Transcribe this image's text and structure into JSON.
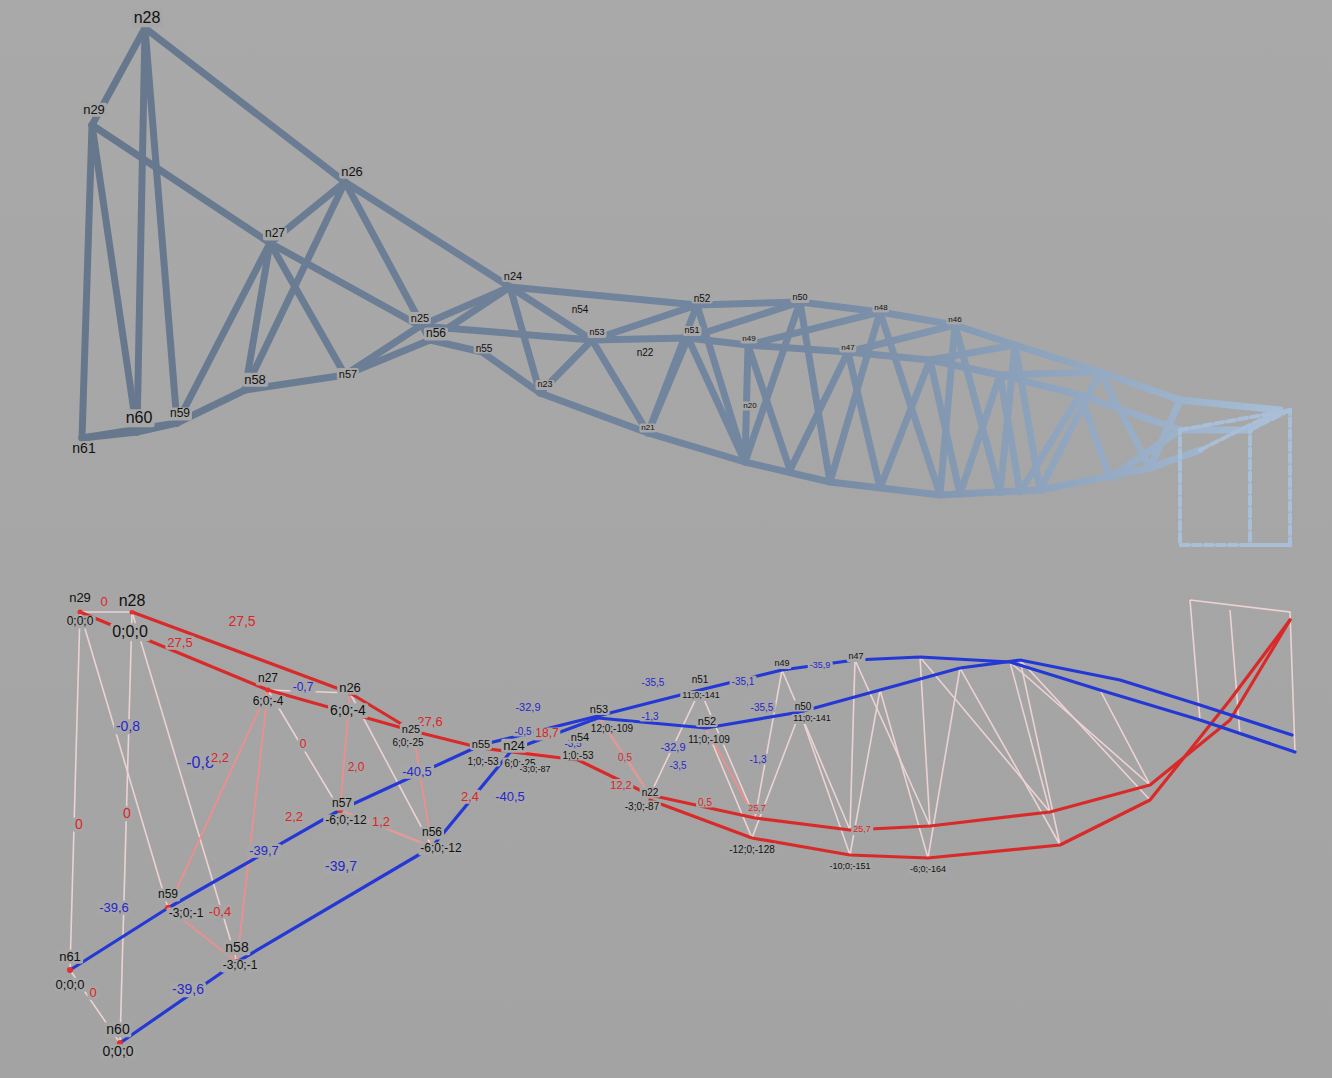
{
  "diagram": {
    "labels": [
      "n28",
      "n29",
      "n26",
      "n27",
      "n24",
      "n54",
      "n25",
      "n56",
      "n55",
      "n53",
      "n22",
      "n23",
      "n52",
      "n51",
      "n50",
      "n49",
      "n48",
      "n47",
      "n46",
      "n58",
      "n57",
      "n59",
      "n60",
      "n61",
      "n21",
      "n20",
      "n29",
      "0;0;0",
      "n28",
      "0;0;0",
      "0",
      "27,5",
      "27,5",
      "n27",
      "6;0;-4",
      "-0,7",
      "n26",
      "6;0;-4",
      "27,6",
      "n25",
      "6;0;-25",
      "n55",
      "n24",
      "1;0;-53",
      "6;0;-25",
      "-0,8",
      "-0,8",
      "2,2",
      "0",
      "2,0",
      "-40,5",
      "-40,5",
      "2,4",
      "0",
      "0",
      "2,2",
      "-39,7",
      "1,2",
      "n57",
      "-6;0;-12",
      "n56",
      "-6;0;-12",
      "-39,7",
      "n59",
      "-3;0;-1",
      "-39,6",
      "-0,4",
      "n58",
      "-3;0;-1",
      "n61",
      "0;0;0",
      "0",
      "-39,6",
      "n60",
      "0;0;0",
      "n53",
      "12;0;-109",
      "-32,9",
      "-3,5",
      "-35,5",
      "n51",
      "11;0;-141",
      "-35,1",
      "-32,9",
      "n52",
      "11;0;-109",
      "-1,3",
      "-3,5",
      "0,5",
      "0,5",
      "n54",
      "1;0;-53",
      "18,7",
      "-0,5",
      "12,2",
      "n50",
      "11;0;-141",
      "-35,5",
      "-1,3",
      "n22",
      "-3;0;-87",
      "-3;0;-87",
      "n49",
      "n47",
      "-12;0;-128",
      "-10;0;-151",
      "-6;0;-164",
      "25,7",
      "25,7",
      "-35,9"
    ]
  }
}
